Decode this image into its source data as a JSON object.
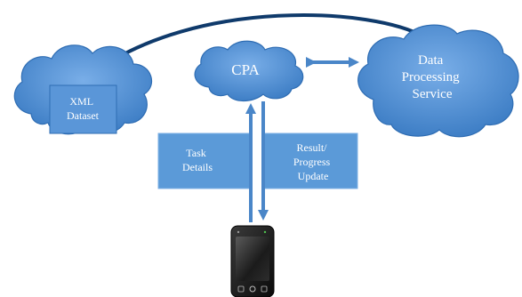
{
  "nodes": {
    "xml_dataset": {
      "lines": [
        "XML",
        "Dataset"
      ]
    },
    "cpa": {
      "label": "CPA"
    },
    "data_processing_service": {
      "lines": [
        "Data",
        "Processing",
        "Service"
      ]
    }
  },
  "boxes": {
    "task_details": {
      "lines": [
        "Task",
        "Details"
      ]
    },
    "result_progress": {
      "lines": [
        "Result/",
        "Progress",
        "Update"
      ]
    }
  },
  "device": {
    "icon": "smartphone-icon"
  },
  "colors": {
    "cloud_fill": "#4f8fd6",
    "cloud_stroke": "#2f6db3",
    "box_fill": "#5b9ad8",
    "arrow": "#0f3a6b",
    "arrow_light": "#4a86c8"
  }
}
